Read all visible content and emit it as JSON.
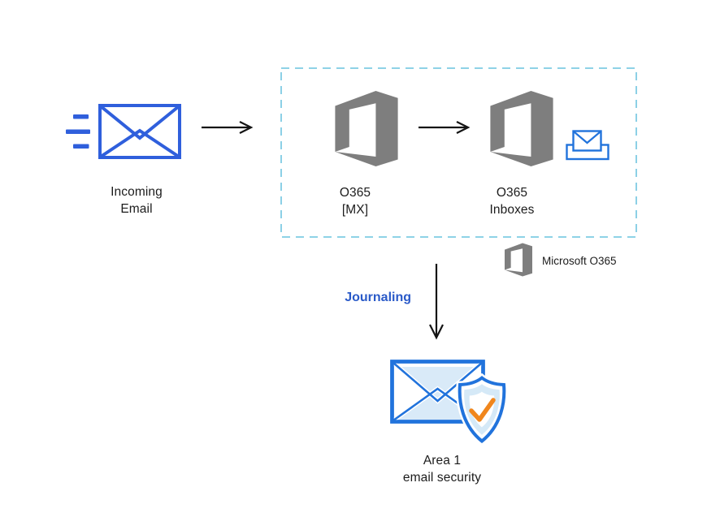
{
  "colors": {
    "royal_blue": "#2F5FDC",
    "area1_blue": "#2173DC",
    "light_blue": "#D9EAF8",
    "shield_band": "#D5E9F7",
    "check_orange": "#F0861C",
    "logo_gray": "#7E7E7E",
    "dashed_border": "#7FCBE3",
    "journaling_blue": "#2A5AC8",
    "text_black": "#1C1C1C",
    "arrow_black": "#141414",
    "canvas_bg": "#FFFFFF"
  },
  "nodes": {
    "incoming_email": {
      "line1": "Incoming",
      "line2": "Email",
      "icon": "incoming-envelope-icon"
    },
    "o365_mx": {
      "line1": "O365",
      "line2": "[MX]",
      "icon": "office-365-logo"
    },
    "o365_inboxes": {
      "line1": "O365",
      "line2": "Inboxes",
      "icon": "office-365-logo"
    },
    "area1": {
      "line1": "Area 1",
      "line2": "email security",
      "icon": "envelope-shield-check-icon"
    }
  },
  "legend": {
    "label": "Microsoft O365",
    "icon": "office-365-logo"
  },
  "flow": {
    "journaling_label": "Journaling"
  },
  "icons": {
    "incoming_email": "envelope-with-speed-lines-icon",
    "o365": "office-365-logo",
    "inbox": "inbox-tray-envelope-icon",
    "area1": "envelope-with-security-shield-icon",
    "arrows": [
      "right-arrow",
      "right-arrow",
      "down-arrow"
    ]
  }
}
